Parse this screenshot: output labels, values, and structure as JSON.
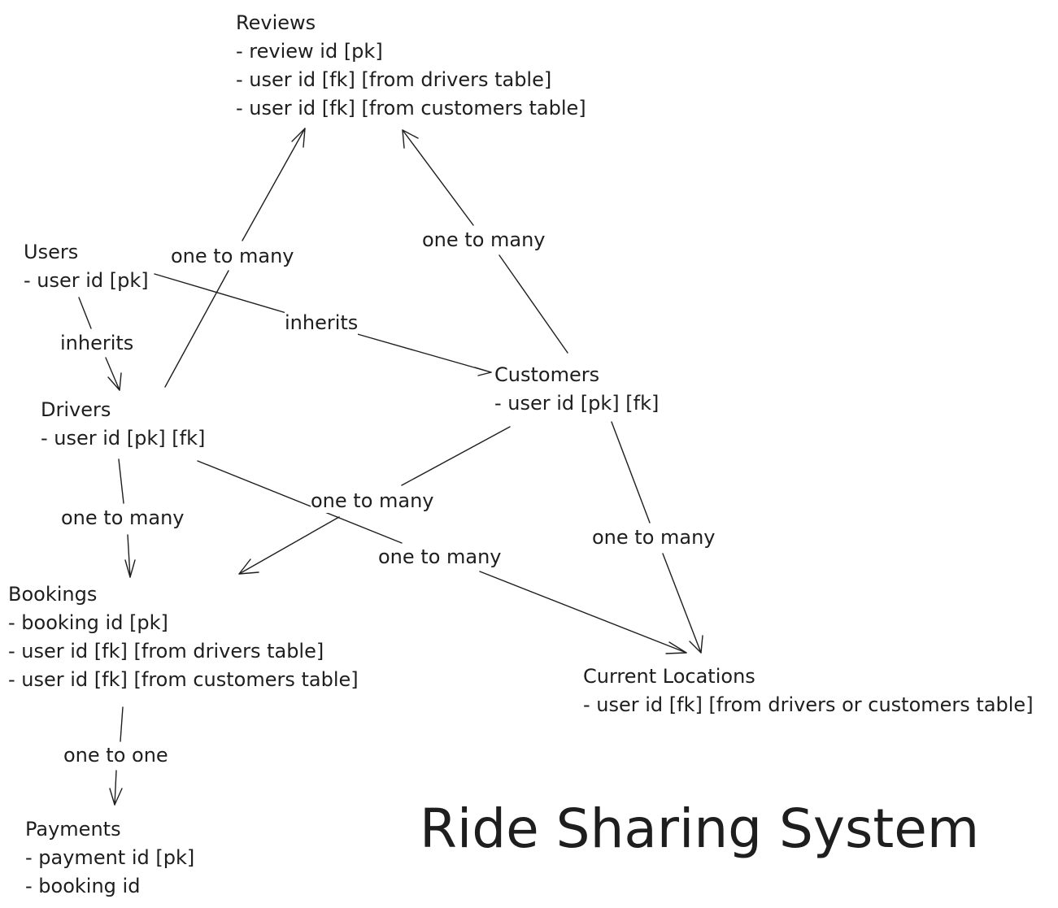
{
  "title": "Ride Sharing System",
  "entities": {
    "reviews": {
      "name": "Reviews",
      "fields": [
        "- review id [pk]",
        "- user id [fk] [from drivers table]",
        "- user id [fk] [from customers table]"
      ]
    },
    "users": {
      "name": "Users",
      "fields": [
        "- user id [pk]"
      ]
    },
    "drivers": {
      "name": "Drivers",
      "fields": [
        "- user id [pk] [fk]"
      ]
    },
    "customers": {
      "name": "Customers",
      "fields": [
        "- user id [pk] [fk]"
      ]
    },
    "bookings": {
      "name": "Bookings",
      "fields": [
        "- booking id [pk]",
        "- user id [fk] [from drivers table]",
        "- user id [fk] [from customers table]"
      ]
    },
    "locations": {
      "name": "Current Locations",
      "fields": [
        "- user id [fk] [from drivers or customers table]"
      ]
    },
    "payments": {
      "name": "Payments",
      "fields": [
        "- payment id [pk]",
        "- booking id"
      ]
    }
  },
  "relations": {
    "users_drivers": {
      "from": "Users",
      "to": "Drivers",
      "label": "inherits"
    },
    "users_customers": {
      "from": "Users",
      "to": "Customers",
      "label": "inherits"
    },
    "drivers_reviews": {
      "from": "Drivers",
      "to": "Reviews",
      "label": "one to many"
    },
    "customers_reviews": {
      "from": "Customers",
      "to": "Reviews",
      "label": "one to many"
    },
    "drivers_bookings": {
      "from": "Drivers",
      "to": "Bookings",
      "label": "one to many"
    },
    "customers_bookings": {
      "from": "Customers",
      "to": "Bookings",
      "label": "one to many"
    },
    "drivers_locations": {
      "from": "Drivers",
      "to": "Current Locations",
      "label": "one to many"
    },
    "customers_locations": {
      "from": "Customers",
      "to": "Current Locations",
      "label": "one to many"
    },
    "bookings_payments": {
      "from": "Bookings",
      "to": "Payments",
      "label": "one to one"
    }
  },
  "colors": {
    "text": "#1e1e1e",
    "line": "#1e1e1e",
    "background": "#ffffff"
  }
}
